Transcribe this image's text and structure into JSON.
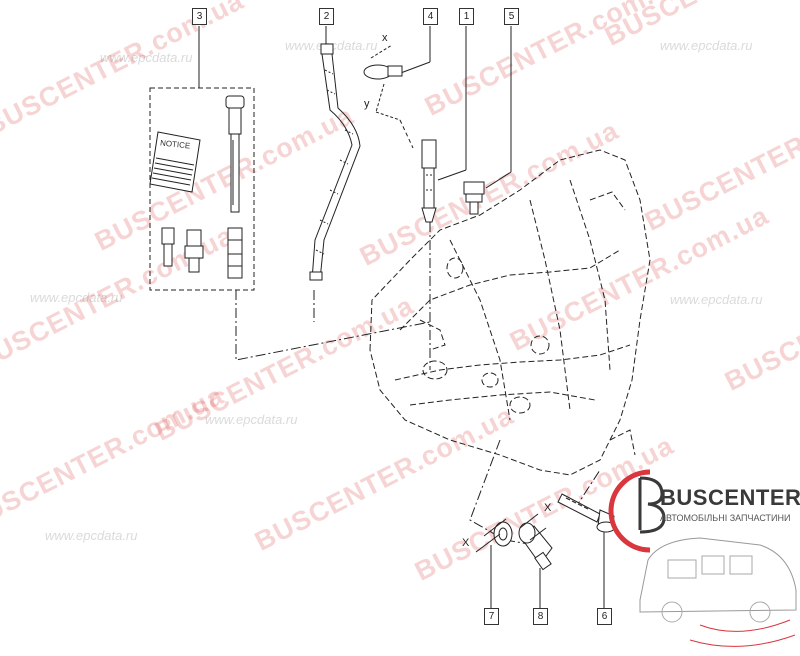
{
  "watermarks": {
    "brand": "BUSCENTER.com.ua",
    "site": "www.epcdata.ru"
  },
  "logo": {
    "name": "BUSCENTER",
    "subtitle": "АВТОМОБІЛЬНІ ЗАПЧАСТИНИ",
    "accent_color": "#d9363e"
  },
  "notice_label": "NOTICE",
  "callouts": [
    {
      "id": "3",
      "label": "3"
    },
    {
      "id": "2",
      "label": "2"
    },
    {
      "id": "4",
      "label": "4"
    },
    {
      "id": "1",
      "label": "1"
    },
    {
      "id": "5",
      "label": "5"
    },
    {
      "id": "7",
      "label": "7"
    },
    {
      "id": "8",
      "label": "8"
    },
    {
      "id": "6",
      "label": "6"
    }
  ],
  "axis_labels": {
    "x_small": "x",
    "y_small": "y",
    "x_left": "X",
    "x_right": "X"
  }
}
